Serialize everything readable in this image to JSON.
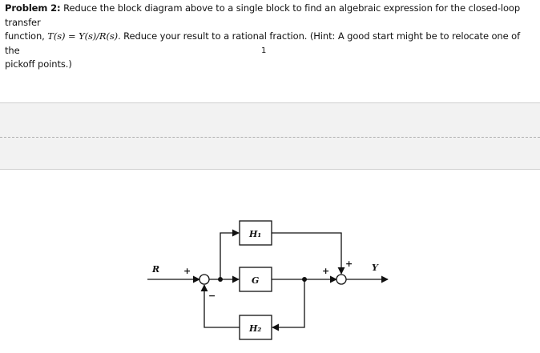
{
  "problem": {
    "label": "Problem 2:",
    "line1": "Reduce the block diagram above to a single block to find an algebraic expression for the closed-loop transfer",
    "line2_prefix": "function, ",
    "formula": "T(s) = Y(s)/R(s).",
    "line2_suffix": " Reduce your result to a rational fraction. (Hint: A good start might be to relocate one of the",
    "line3": "pickoff points.)"
  },
  "page_number": "1",
  "diagram": {
    "input_label": "R",
    "output_label": "Y",
    "blocks": {
      "h1": "H₁",
      "g": "G",
      "h2": "H₂"
    },
    "sum1": {
      "plus": "+",
      "minus": "−"
    },
    "sum2": {
      "plus_left": "+",
      "plus_top": "+"
    }
  }
}
